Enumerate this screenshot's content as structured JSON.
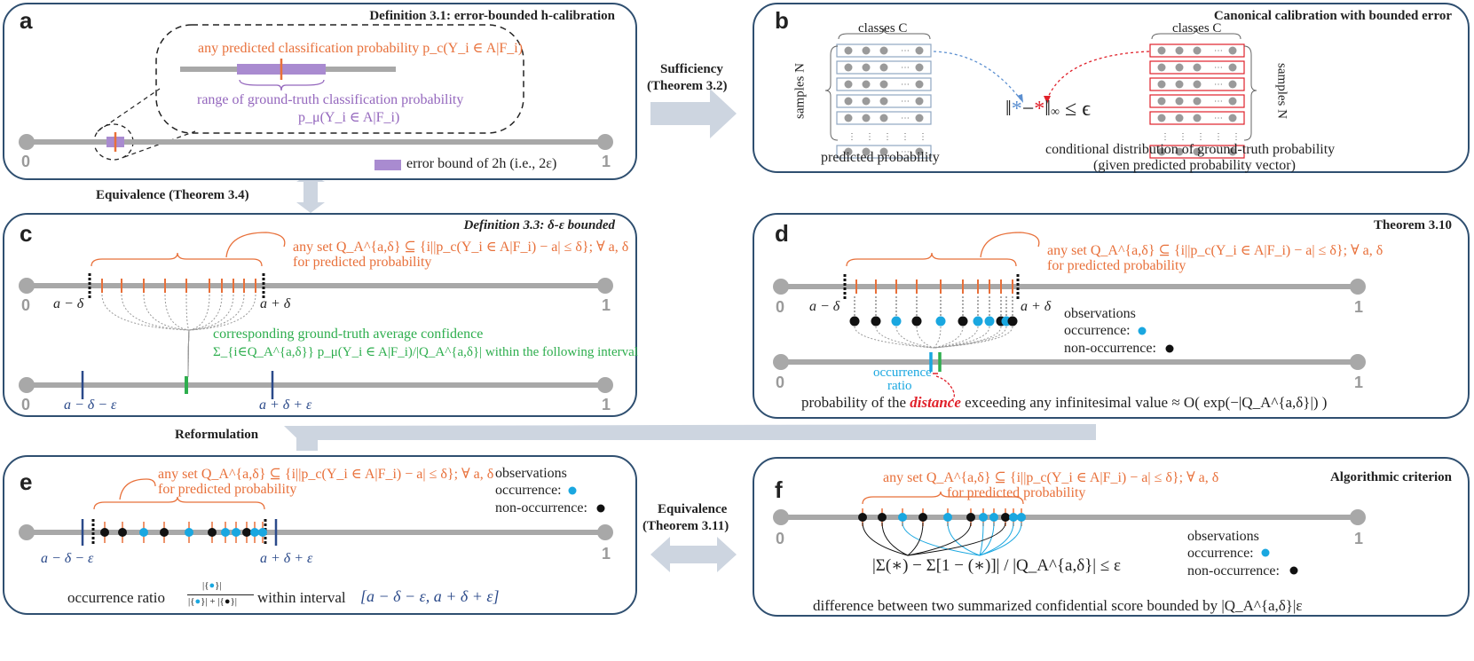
{
  "panel_a": {
    "label": "a",
    "title": "Definition 3.1: error-bounded h-calibration",
    "pred_text": "any predicted classification probability p_c(Y_i ∈ A|F_i)",
    "range_text": "range of ground-truth classification probability",
    "range_formula": "p_μ(Y_i ∈ A|F_i)",
    "axis_min": "0",
    "axis_max": "1",
    "legend": "error bound of 2h (i.e., 2ε)"
  },
  "panel_b": {
    "label": "b",
    "title": "Canonical calibration with bounded error",
    "classes_left": "classes C",
    "classes_right": "classes C",
    "samples_left": "samples N",
    "samples_right": "samples N",
    "norm_text": "‖ * − * ‖∞ ≤ ε",
    "left_caption": "predicted probability",
    "right_caption_1": "conditional distribution of ground-truth probability",
    "right_caption_2": "(given predicted probability vector)"
  },
  "panel_c": {
    "label": "c",
    "title": "Definition 3.3: δ-ε bounded",
    "set_text_1": "any set Q_A^{a,δ} ⊆ {i||p_c(Y_i ∈ A|F_i) − a| ≤ δ}; ∀ a, δ",
    "set_text_2": "for predicted probability",
    "a_minus": "a − δ",
    "a_plus": "a + δ",
    "axis_min": "0",
    "axis_max": "1",
    "gt_text_1": "corresponding ground-truth average confidence",
    "gt_text_2": "Σ_{i∈Q_A^{a,δ}} p_μ(Y_i ∈ A|F_i)/|Q_A^{a,δ}| within the following interval",
    "low": "a − δ − ε",
    "high": "a + δ + ε"
  },
  "panel_d": {
    "label": "d",
    "title": "Theorem 3.10",
    "set_text_1": "any set Q_A^{a,δ} ⊆ {i||p_c(Y_i ∈ A|F_i) − a| ≤ δ}; ∀ a, δ",
    "set_text_2": "for predicted probability",
    "a_minus": "a − δ",
    "a_plus": "a + δ",
    "axis_min": "0",
    "axis_max": "1",
    "obs_title": "observations",
    "obs_occ": "occurrence:",
    "obs_non": "non-occurrence:",
    "occ_ratio_1": "occurrence",
    "occ_ratio_2": "ratio",
    "prob_pre": "probability of the",
    "prob_word": "distance",
    "prob_post": "exceeding any infinitesimal value ≈ O( exp(−|Q_A^{a,δ}|) )"
  },
  "panel_e": {
    "label": "e",
    "set_text_1": "any set Q_A^{a,δ} ⊆ {i||p_c(Y_i ∈ A|F_i) − a| ≤ δ}; ∀ a, δ",
    "set_text_2": "for predicted probability",
    "obs_title": "observations",
    "obs_occ": "occurrence:",
    "obs_non": "non-occurrence:",
    "low": "a − δ − ε",
    "high": "a + δ + ε",
    "axis_max": "1",
    "ratio_pre": "occurrence ratio",
    "ratio_num": "|{●}|",
    "ratio_den": "|{●}| + |{●}|",
    "ratio_mid": "within interval",
    "ratio_interval": "[a − δ − ε, a + δ + ε]"
  },
  "panel_f": {
    "label": "f",
    "title": "Algorithmic criterion",
    "set_text_1": "any set Q_A^{a,δ} ⊆ {i||p_c(Y_i ∈ A|F_i) − a| ≤ δ}; ∀ a, δ",
    "set_text_2": "for predicted probability",
    "axis_min": "0",
    "axis_max": "1",
    "obs_title": "observations",
    "obs_occ": "occurrence:",
    "obs_non": "non-occurrence:",
    "formula": "|Σ(∗) − Σ[1 − (∗)]| / |Q_A^{a,δ}| ≤ ε",
    "caption": "difference between two summarized confidential score bounded by |Q_A^{a,δ}|ε"
  },
  "arrows": {
    "sufficiency_1": "Sufficiency",
    "sufficiency_2": "(Theorem 3.2)",
    "equivalence_34": "Equivalence (Theorem 3.4)",
    "reformulation": "Reformulation",
    "equivalence_311_1": "Equivalence",
    "equivalence_311_2": "(Theorem 3.11)"
  },
  "colors": {
    "orange": "#e8703a",
    "purple": "#9467bd",
    "green": "#2eae4e",
    "navy": "#2b4a8a",
    "cyan": "#1aa7e0",
    "red": "#e0202a",
    "panel_border": "#2f4f70",
    "arrow_fill": "#cdd5e0"
  }
}
